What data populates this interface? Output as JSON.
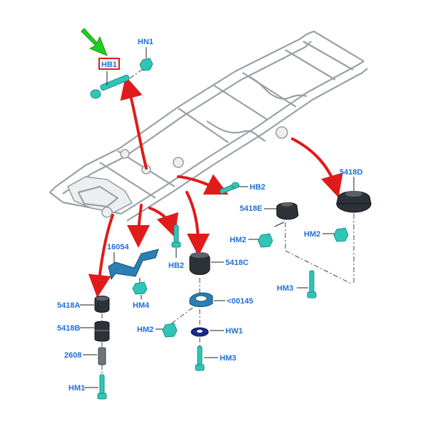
{
  "labels": {
    "hb1": "HB1",
    "hn1": "HN1",
    "hb2_right": "HB2",
    "hb2_lower": "HB2",
    "p5418d": "5418D",
    "p5418e": "5418E",
    "hm2_right": "HM2",
    "hm2_mid": "HM2",
    "hm3_right": "HM3",
    "p16054": "16054",
    "hm4": "HM4",
    "p5418c": "5418C",
    "p00145": "<00145",
    "hm2_lower": "HM2",
    "hw1": "HW1",
    "hm3_lower": "HM3",
    "p5418a": "5418A",
    "p5418b": "5418B",
    "p2608": "2608",
    "hm1": "HM1"
  },
  "colors": {
    "callout_text": "#1f6fd6",
    "pointer_arrow": "#e01b1b",
    "highlight_arrow": "#22cc22",
    "highlight_box": "#e01b1b",
    "fastener": "#2fc6b8",
    "bracket": "#2a7fb3",
    "mount": "#2d3238",
    "washer": "#1b2a8a"
  },
  "highlight": {
    "target": "hb1",
    "icon": "green-pointer-arrow-icon"
  }
}
